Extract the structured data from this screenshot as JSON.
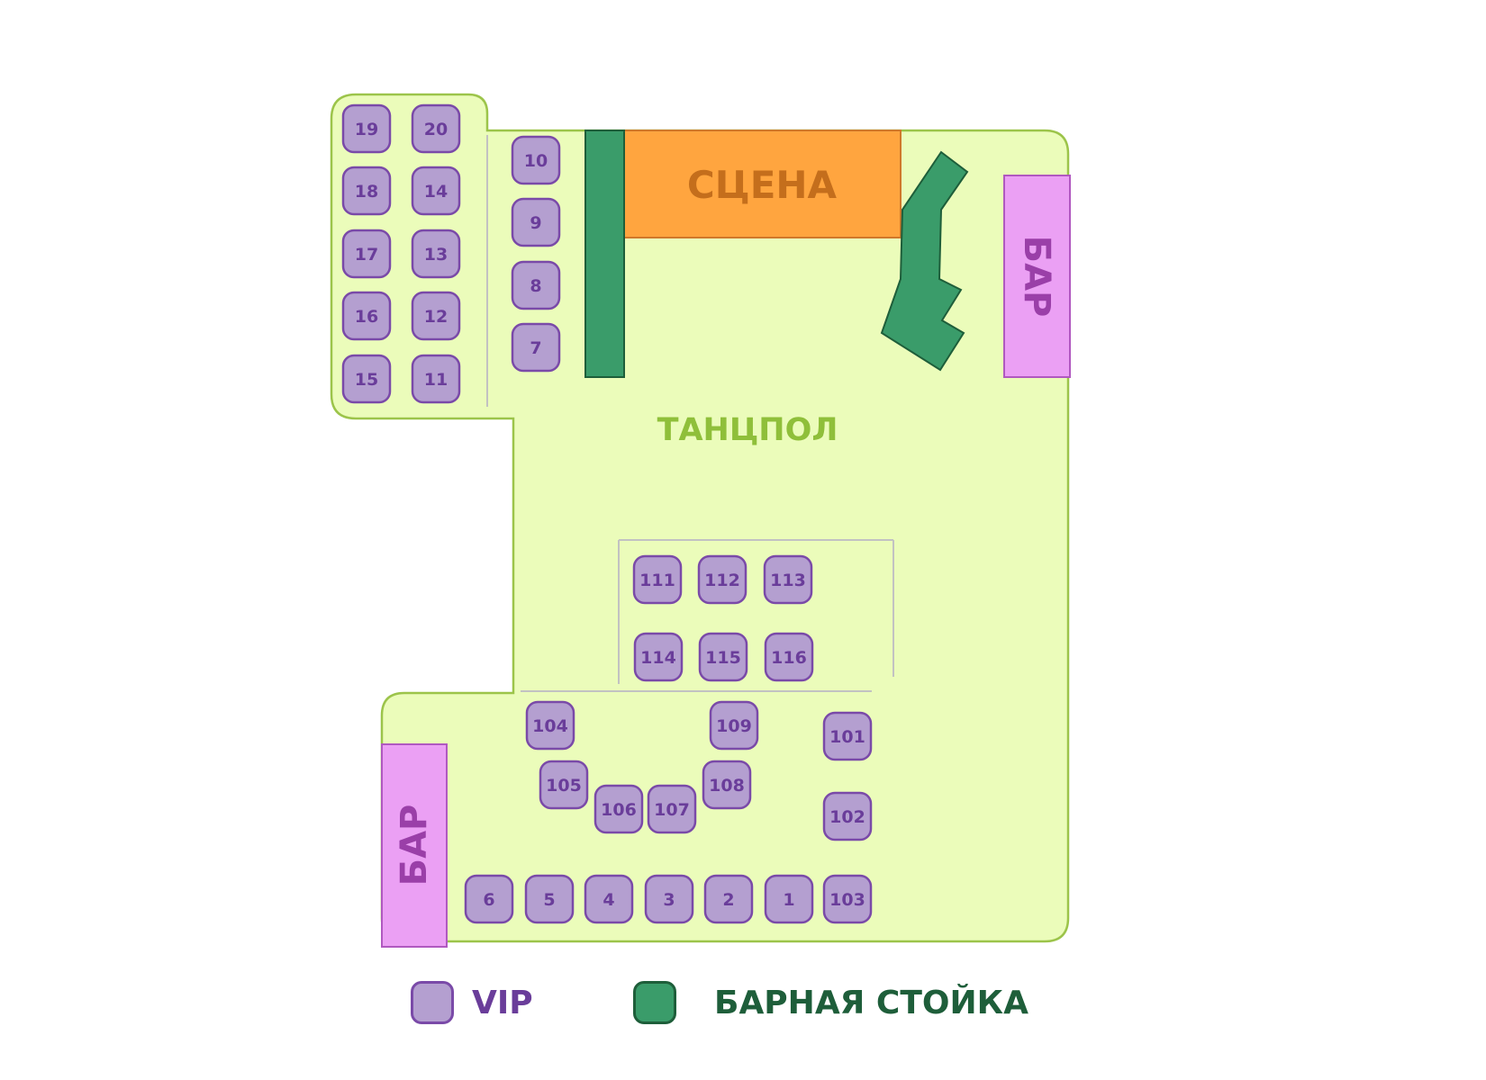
{
  "colors": {
    "floor_fill": "#ebfcba",
    "floor_stroke": "#9cc44a",
    "table_fill": "#b49fd0",
    "table_stroke": "#7a4aa8",
    "table_text": "#6a3d9a",
    "stage_fill": "#ffa53f",
    "stage_stroke": "#d0782a",
    "stage_text": "#c46e1c",
    "bar_fill": "#eba0f4",
    "bar_stroke": "#b058c0",
    "bar_text": "#9a3fa8",
    "counter_fill": "#3a9c6a",
    "counter_stroke": "#1e5e3a",
    "dance_text": "#8fbf3a",
    "divider": "#c2c2c2",
    "vip_legend_text": "#6a3d9a",
    "counter_legend_text": "#1e5e3a"
  },
  "stage": {
    "label": "СЦЕНА"
  },
  "bars": [
    {
      "label": "БАР"
    },
    {
      "label": "БАР"
    }
  ],
  "dance_floor": {
    "label": "ТАНЦПОЛ"
  },
  "tables": [
    "19",
    "20",
    "18",
    "14",
    "17",
    "13",
    "16",
    "12",
    "15",
    "11",
    "10",
    "9",
    "8",
    "7",
    "111",
    "112",
    "113",
    "114",
    "115",
    "116",
    "104",
    "109",
    "101",
    "105",
    "108",
    "106",
    "107",
    "102",
    "6",
    "5",
    "4",
    "3",
    "2",
    "1",
    "103"
  ],
  "legend": {
    "vip_label": "VIP",
    "counter_label": "БАРНАЯ СТОЙКА"
  }
}
